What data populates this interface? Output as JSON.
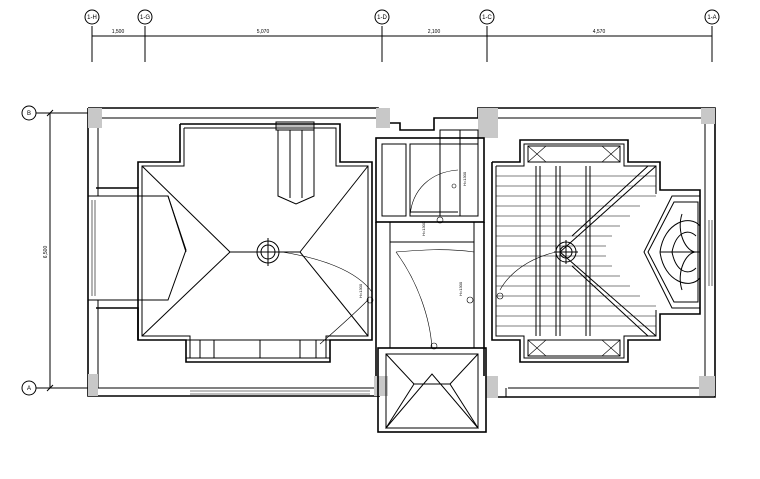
{
  "axes_top": [
    "1-H",
    "1-G",
    "1-D",
    "1-C",
    "1-A"
  ],
  "axes_left": [
    "B",
    "A"
  ],
  "dims_top": [
    "1,500",
    "5,070",
    "2,100",
    "4,570"
  ],
  "dim_left": "6,500",
  "switch_labels": [
    "H=1300",
    "H=1300",
    "H=1300",
    "H=1300"
  ]
}
